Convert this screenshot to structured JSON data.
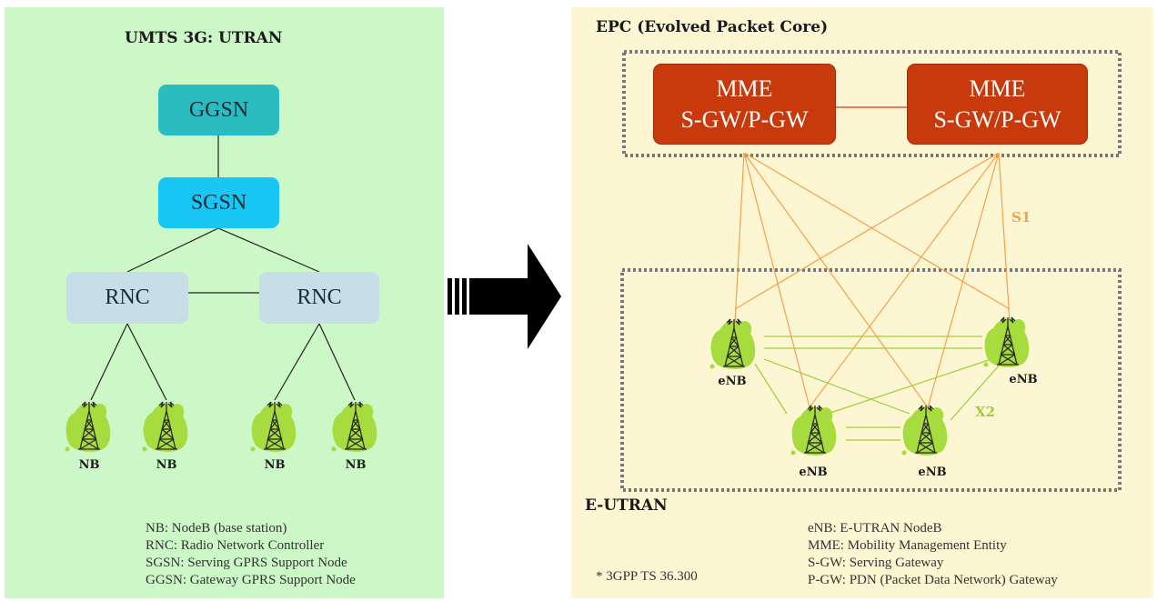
{
  "left": {
    "title": "UMTS 3G: UTRAN",
    "nodes": {
      "ggsn": "GGSN",
      "sgsn": "SGSN",
      "rnc": [
        "RNC",
        "RNC"
      ]
    },
    "base_stations": [
      "NB",
      "NB",
      "NB",
      "NB"
    ],
    "legend": [
      "NB: NodeB (base station)",
      "RNC: Radio Network Controller",
      "SGSN: Serving GPRS Support Node",
      "GGSN: Gateway GPRS Support Node"
    ],
    "colors": {
      "background": "#ccf7c7",
      "ggsn": "#2bbcc2",
      "sgsn": "#17c6f2",
      "rnc": "#c6dfe6"
    }
  },
  "right": {
    "core_title": "EPC (Evolved Packet Core)",
    "access_title": "E-UTRAN",
    "mme_boxes": [
      {
        "line1": "MME",
        "line2": "S-GW/P-GW"
      },
      {
        "line1": "MME",
        "line2": "S-GW/P-GW"
      }
    ],
    "enb_labels": [
      "eNB",
      "eNB",
      "eNB",
      "eNB"
    ],
    "interface_s1": "S1",
    "interface_x2": "X2",
    "reference": "* 3GPP TS 36.300",
    "legend": [
      "eNB: E-UTRAN NodeB",
      "MME: Mobility Management Entity",
      "S-GW: Serving Gateway",
      "P-GW: PDN (Packet Data Network) Gateway"
    ],
    "colors": {
      "background": "#fdf6d3",
      "mme": "#c8390c",
      "s1_lines": "#f5a04c",
      "x2_lines": "#9ccf3a"
    }
  },
  "transition_icon": "right-arrow-icon"
}
